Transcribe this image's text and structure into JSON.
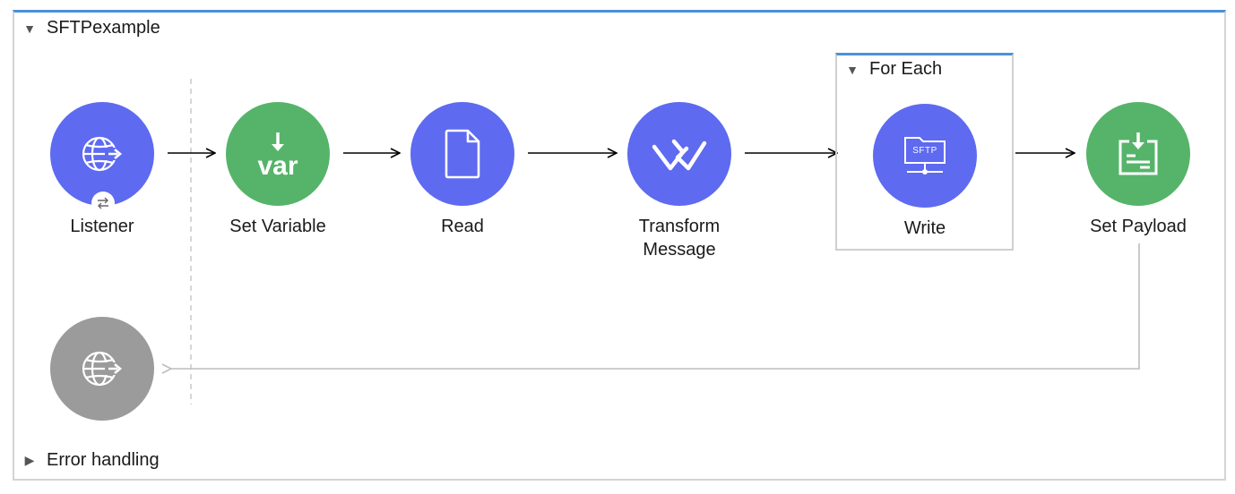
{
  "flow": {
    "name": "SFTPexample"
  },
  "nodes": {
    "listener": {
      "label": "Listener"
    },
    "set_variable": {
      "label": "Set Variable",
      "icon_text": "var"
    },
    "read": {
      "label": "Read"
    },
    "transform": {
      "label": "Transform\nMessage"
    },
    "write": {
      "label": "Write",
      "icon_text": "SFTP"
    },
    "set_payload": {
      "label": "Set Payload"
    }
  },
  "for_each": {
    "label": "For Each"
  },
  "error_handling": {
    "label": "Error handling"
  },
  "colors": {
    "connector_blue": "#5e6af0",
    "core_green": "#56b46a",
    "disabled_gray": "#9b9b9b",
    "scope_accent": "#4a90d9"
  },
  "icons": {
    "listener": "globe-arrow-icon",
    "set_variable": "var-download-icon",
    "read": "file-icon",
    "transform": "dataweave-icon",
    "write": "sftp-folder-icon",
    "set_payload": "payload-download-icon",
    "response": "globe-arrow-icon",
    "badge": "exchange-arrows-icon"
  }
}
